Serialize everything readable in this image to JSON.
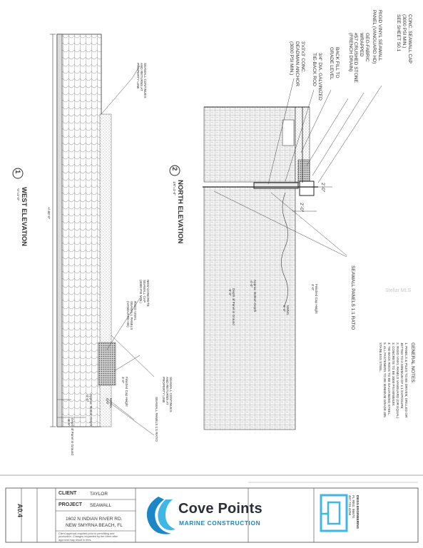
{
  "west_elevation": {
    "number": "1",
    "title": "WEST ELEVATION",
    "scale": "⅛\"=1'-0\"",
    "length": "+/-80'-0\"",
    "note_top": "SEAWALL CONTINUES\nAND RETURNS AT\nPROPERTY LINE",
    "note_bottom": "SEAWALL CONTINUES\nAND RETURNS AT\nPROPERTY LINE",
    "note_panels": "SEAWALL PANELS 1:1 RATIO",
    "note_cap": "NEW CONCRETE\nSEAWALL CAP\n(3000 PSI MIN.)",
    "note_vinyl": "RIGID VINYL\nSEAWALL PANELS\n(VANGUARD HD)",
    "dim_cap": "Finished Cap Height\n3'-0\"",
    "dim_mhw": "MHWL\n0'-0\"",
    "dim_bottom": "Approx. Bottom Depth\n-4'-0\"",
    "dim_panel": "Depth of Panel in Ground\n-8'-0\""
  },
  "north_elevation": {
    "number": "2",
    "title": "NORTH ELEVATION",
    "scale": "1/8\"=1'-0\"",
    "callouts": [
      "CONC. SEAWALL CAP\n(3000 PSI MIN.)\nSEE SHEET S0.1",
      "RIGID VINYL SEAWALL\nPANEL (VANGUARD HD)",
      "GEO-FABRIC\nWRAPPED\n#57 CRUSHED STONE\n(FRENCH DRAIN)",
      "BACK FILL TO\nGRADE LEVEL",
      "3/4\" DIA. GALVINIZED\nTIE-BACK ROD",
      "3'x3'x3' CONC.\nDEADMAN ANCHOR\n(3000 PSI MIN.)"
    ],
    "dim_a": "2'-0\"",
    "dim_b": "2'-0\"",
    "note_panels": "SEAWALL PANELS 1:1 RATIO",
    "dim_cap": "Finished Cap Height\n3'-0\"",
    "dim_mhw": "MHWL\n0'-0\"",
    "dim_bottom": "Approx. Bottom Depth\n-4'-0\"",
    "dim_panel": "Depth of Panel in Ground\n-8'-0\""
  },
  "general_notes": {
    "title": "GENERAL NOTES:",
    "items": [
      "1.  PANELS & PILES TO BE DRIVEN, DRILLED OR",
      "     JETTED TO A MINIMUM OF 1:1 EXPOSURE",
      "2.  RIGID VINYL PANELS VANGUARD (OR EQUAL)",
      "3.  CONCRETE TO BE 3000 PSI MINIMUM.",
      "4.  TIE-BACK RODS TO BE GALVANIZED STEEL.",
      "5.  ALL FASTENERS TO BE MINIMUM GRADE 305",
      "     STAINLESS STEEL."
    ]
  },
  "watermark": "Stellar MLS",
  "title_block": {
    "client_label": "CLIENT",
    "client_value": "TAYLOR",
    "project_label": "PROJECT",
    "project_value": "SEAWALL",
    "address_line1": "1602 N INDIAN RIVER RD.",
    "address_line2": "NEW SMYRNA BEACH, FL",
    "disclaimer": "Client approval required prior to permitting and\nproduction. Changes requested by the client after\napproval may result in fees.",
    "sheet_number": "A0.4",
    "company_name": "Cove Points",
    "company_sub": "MARINE CONSTRUCTION",
    "engineer_name": "DEISS ENGINEERING",
    "engineer_lines": "FL REG. 86670\n407.721.4256"
  },
  "colors": {
    "line": "#333333",
    "hatch": "#8a8a8a",
    "brand_dark": "#2a2f38",
    "brand_blue": "#1d86c6",
    "brand_cyan": "#3fb6e3"
  }
}
